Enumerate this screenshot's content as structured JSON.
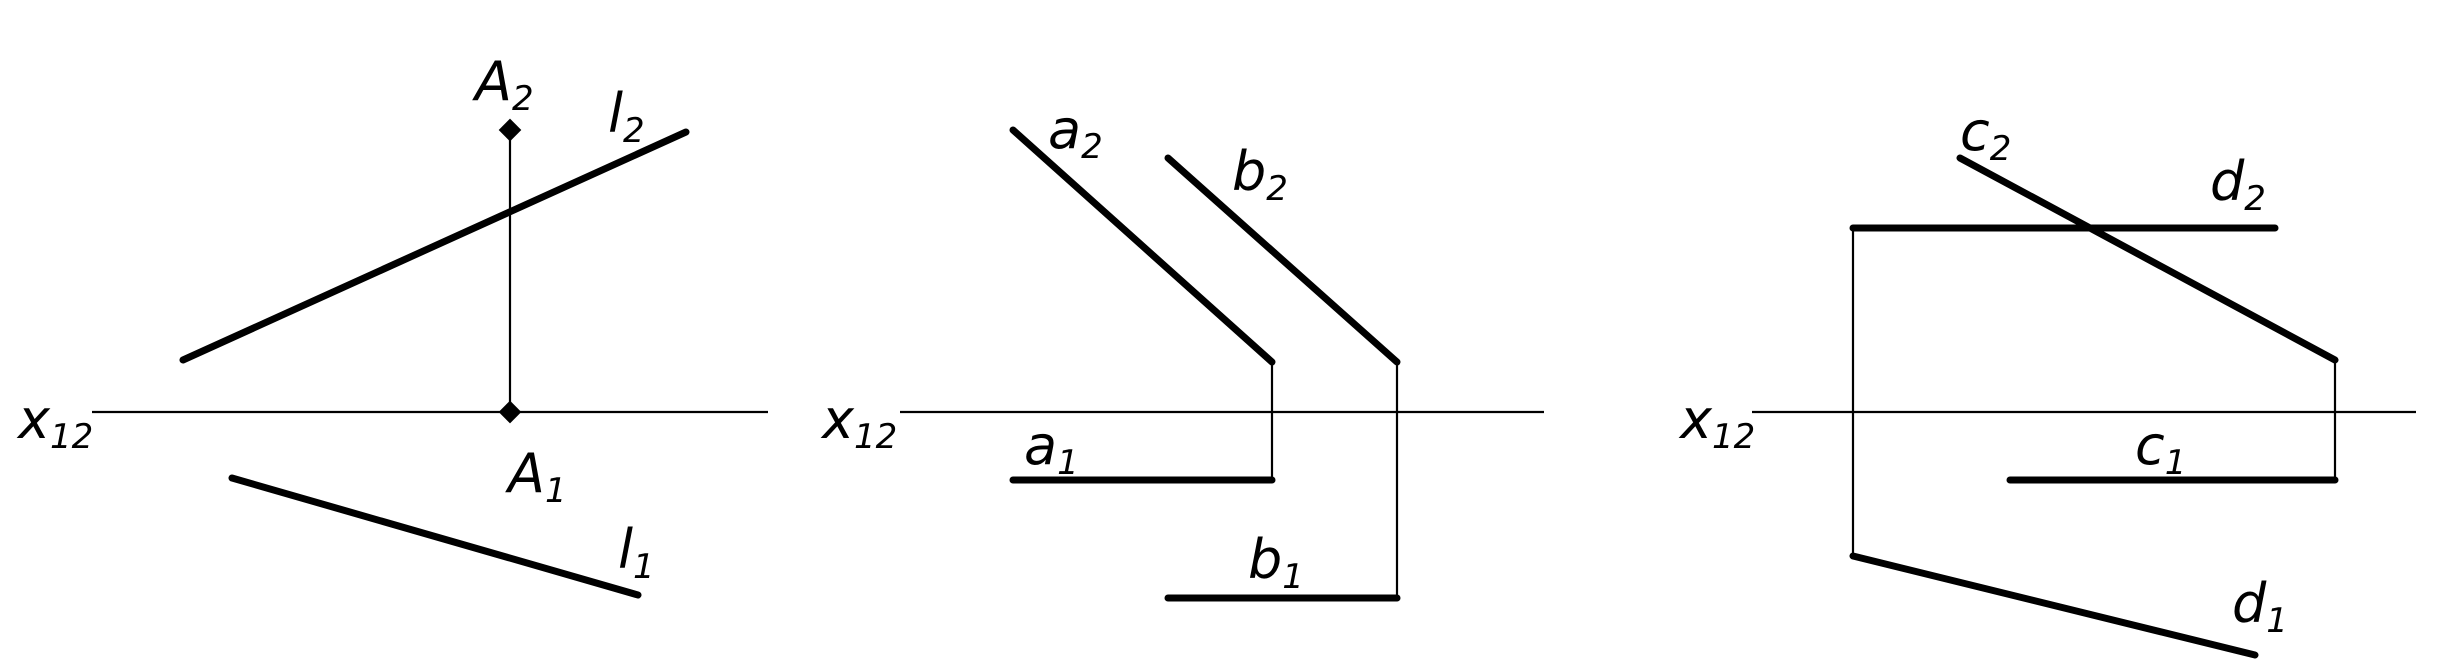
{
  "panels": [
    {
      "axis": {
        "name": "x",
        "sub": "12"
      },
      "labels": [
        {
          "name": "A",
          "sub": "2"
        },
        {
          "name": "l",
          "sub": "2"
        },
        {
          "name": "A",
          "sub": "1"
        },
        {
          "name": "l",
          "sub": "1"
        }
      ]
    },
    {
      "axis": {
        "name": "x",
        "sub": "12"
      },
      "labels": [
        {
          "name": "a",
          "sub": "2"
        },
        {
          "name": "b",
          "sub": "2"
        },
        {
          "name": "a",
          "sub": "1"
        },
        {
          "name": "b",
          "sub": "1"
        }
      ]
    },
    {
      "axis": {
        "name": "x",
        "sub": "12"
      },
      "labels": [
        {
          "name": "c",
          "sub": "2"
        },
        {
          "name": "d",
          "sub": "2"
        },
        {
          "name": "c",
          "sub": "1"
        },
        {
          "name": "d",
          "sub": "1"
        }
      ]
    }
  ]
}
